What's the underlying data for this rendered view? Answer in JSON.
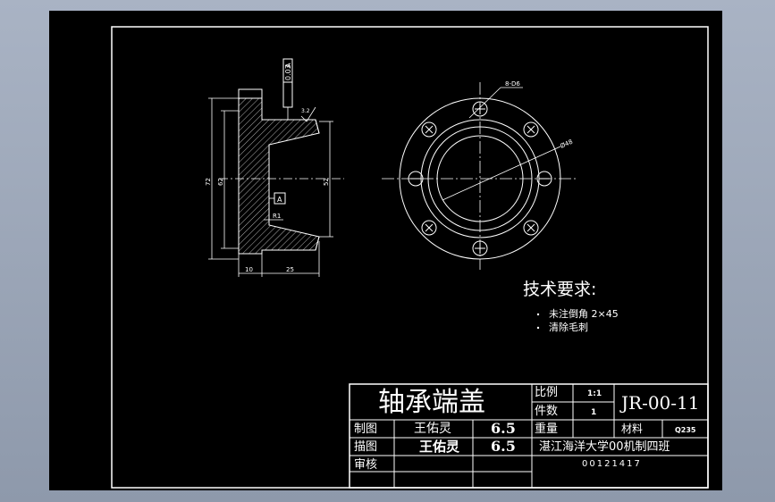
{
  "drawing": {
    "side_view": {
      "tol_value": "0.03",
      "tol_datum": "A",
      "surface_finish": "3.2",
      "dia_outer": "72",
      "dia_pilot": "62",
      "dia_bore": "52",
      "datum_label": "A",
      "radius_label": "R1",
      "dim_thickness": "10",
      "dim_length": "25"
    },
    "front_view": {
      "holes_label": "8-D6",
      "bolt_circle_label": "Ø48"
    },
    "tech_req": {
      "title": "技术要求:",
      "items": [
        "未注倒角   2×45",
        "清除毛刺"
      ]
    }
  },
  "title_block": {
    "part_name": "轴承端盖",
    "scale_label": "比例",
    "scale_value": "1:1",
    "qty_label": "件数",
    "qty_value": "1",
    "drawing_no": "JR-00-11",
    "weight_label": "重量",
    "material_label": "材料",
    "material_value": "Q235",
    "drafted_label": "制图",
    "drafted_name": "王佑灵",
    "drafted_date": "6.5",
    "traced_label": "描图",
    "traced_name": "王佑灵",
    "traced_date": "6.5",
    "checked_label": "审核",
    "school": "湛江海洋大学00机制四班",
    "student_id": "00121417"
  }
}
